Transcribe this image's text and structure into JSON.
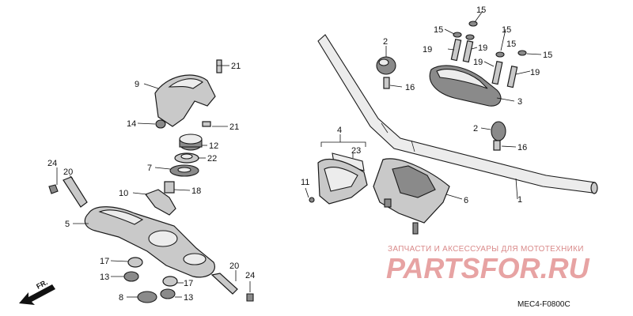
{
  "diagram_code": "MEC4-F0800C",
  "front_marker": "FR.",
  "watermark": {
    "tagline": "ЗАПЧАСТИ И АКСЕССУАРЫ ДЛЯ МОТОТЕХНИКИ",
    "logo": "PARTSFOR.RU"
  },
  "callouts": {
    "c1": "1",
    "c2a": "2",
    "c2b": "2",
    "c3": "3",
    "c4": "4",
    "c5": "5",
    "c6": "6",
    "c7": "7",
    "c8": "8",
    "c9": "9",
    "c10": "10",
    "c11": "11",
    "c12": "12",
    "c13a": "13",
    "c13b": "13",
    "c14": "14",
    "c15a": "15",
    "c15b": "15",
    "c15c": "15",
    "c15d": "15",
    "c15e": "15",
    "c16a": "16",
    "c16b": "16",
    "c17a": "17",
    "c17b": "17",
    "c18": "18",
    "c19a": "19",
    "c19b": "19",
    "c19c": "19",
    "c19d": "19",
    "c20a": "20",
    "c20b": "20",
    "c21a": "21",
    "c21b": "21",
    "c22": "22",
    "c23": "23",
    "c24a": "24",
    "c24b": "24"
  }
}
